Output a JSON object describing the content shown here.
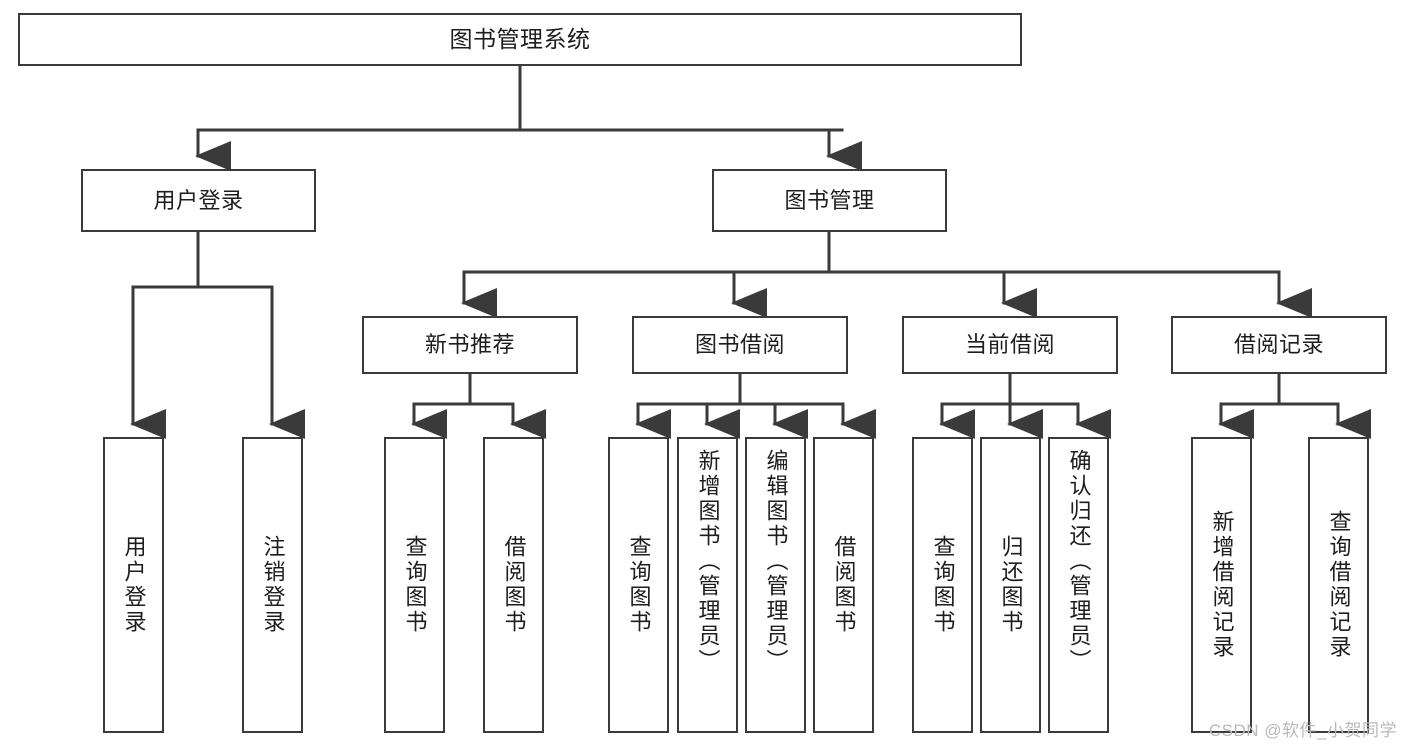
{
  "diagram": {
    "title": "图书管理系统",
    "watermark": "CSDN @软件_小贺同学",
    "colors": {
      "box_border": "#3a3a3a",
      "box_fill": "#ffffff",
      "connector": "#3a3a3a",
      "text": "#1d1d1d",
      "watermark": "#b9b9b9",
      "background": "#ffffff"
    },
    "root": {
      "label": "图书管理系统"
    },
    "level2": [
      {
        "label": "用户登录"
      },
      {
        "label": "图书管理"
      }
    ],
    "level3": [
      {
        "label": "新书推荐"
      },
      {
        "label": "图书借阅"
      },
      {
        "label": "当前借阅"
      },
      {
        "label": "借阅记录"
      }
    ],
    "leaves": {
      "user_login": [
        {
          "label": "用户登录"
        },
        {
          "label": "注销登录"
        }
      ],
      "new_book": [
        {
          "label": "查询图书"
        },
        {
          "label": "借阅图书"
        }
      ],
      "borrow_book": [
        {
          "label": "查询图书"
        },
        {
          "label": "新增图书（管理员）"
        },
        {
          "label": "编辑图书（管理员）"
        },
        {
          "label": "借阅图书"
        }
      ],
      "current_borrow": [
        {
          "label": "查询图书"
        },
        {
          "label": "归还图书"
        },
        {
          "label": "确认归还（管理员）"
        }
      ],
      "borrow_record": [
        {
          "label": "新增借阅记录"
        },
        {
          "label": "查询借阅记录"
        }
      ]
    }
  }
}
